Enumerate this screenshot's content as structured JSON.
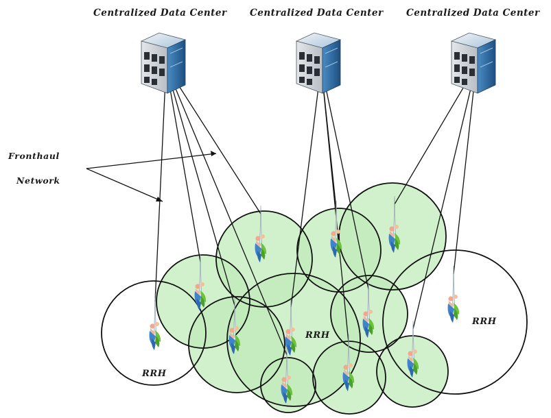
{
  "data_centers": [
    {
      "title": "Centralized Data Center",
      "icon": "server-icon"
    },
    {
      "title": "Centralized Data Center",
      "icon": "server-icon"
    },
    {
      "title": "Centralized Data Center",
      "icon": "server-icon"
    }
  ],
  "fronthaul": {
    "line1": "Fronthaul",
    "line2": "Network"
  },
  "rrh_labels": [
    "RRH",
    "RRH",
    "RRH"
  ],
  "colors": {
    "cell_fill": "#bfeab8",
    "cell_stroke": "#111111",
    "line": "#111111",
    "server_blue": "#2f6fa8",
    "server_gray": "#c9ced3"
  }
}
